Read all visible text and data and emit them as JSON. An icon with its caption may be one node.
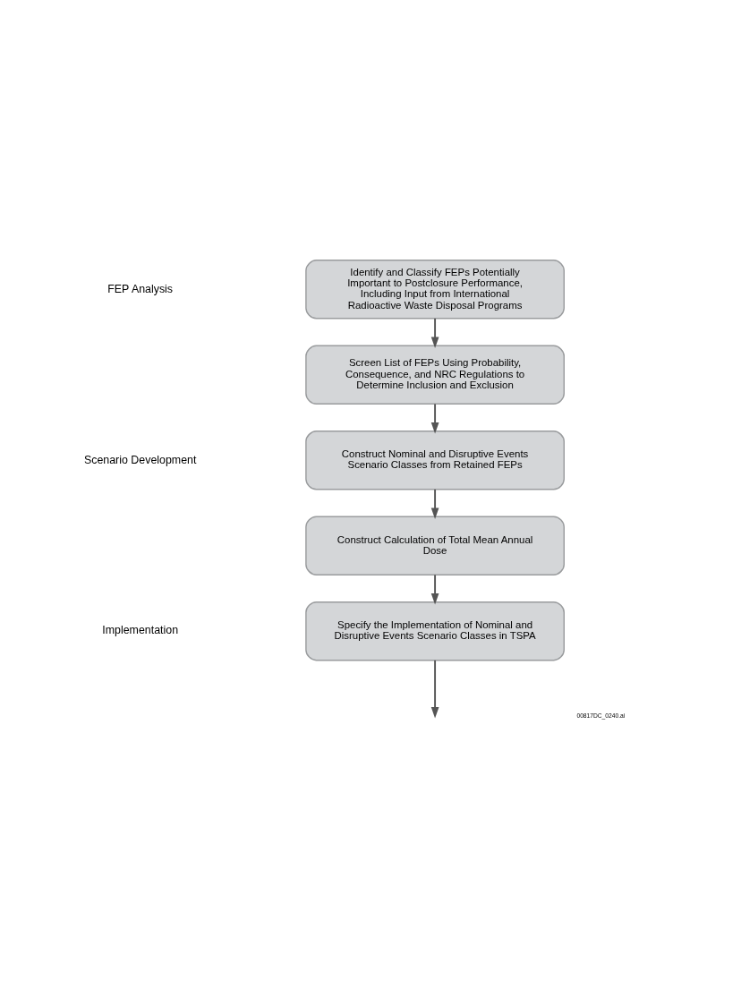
{
  "diagram": {
    "nodes": [
      {
        "text": [
          "Identify and Classify FEPs Potentially Important to Postclosure Performance, Including Input from International Radioactive Waste Disposal Programs"
        ]
      },
      {
        "text": [
          "Screen List of FEPs Using Probability, Consequence, and NRC Regulations to Determine Inclusion and Exclusion"
        ]
      },
      {
        "text": [
          "Construct Nominal and Disruptive Events Scenario Classes from Retained FEPs"
        ]
      },
      {
        "text": [
          "Construct Calculation of Total Mean Annual Dose"
        ]
      },
      {
        "text": [
          "Specify the Implementation of Nominal and Disruptive Events Scenario Classes in TSPA"
        ]
      }
    ],
    "edges": [
      {
        "from": 0,
        "to": 1,
        "arrow": "to"
      },
      {
        "from": 1,
        "to": 2,
        "arrow": "to"
      },
      {
        "from": 2,
        "to": 3,
        "arrow": "to"
      },
      {
        "from": 3,
        "to": 4,
        "arrow": "to"
      },
      {
        "from": 4,
        "to": null,
        "arrow": "to"
      }
    ],
    "labels": [
      "FEP Analysis",
      "Scenario Development",
      "Implementation",
      "00817DC_0240.ai"
    ]
  }
}
